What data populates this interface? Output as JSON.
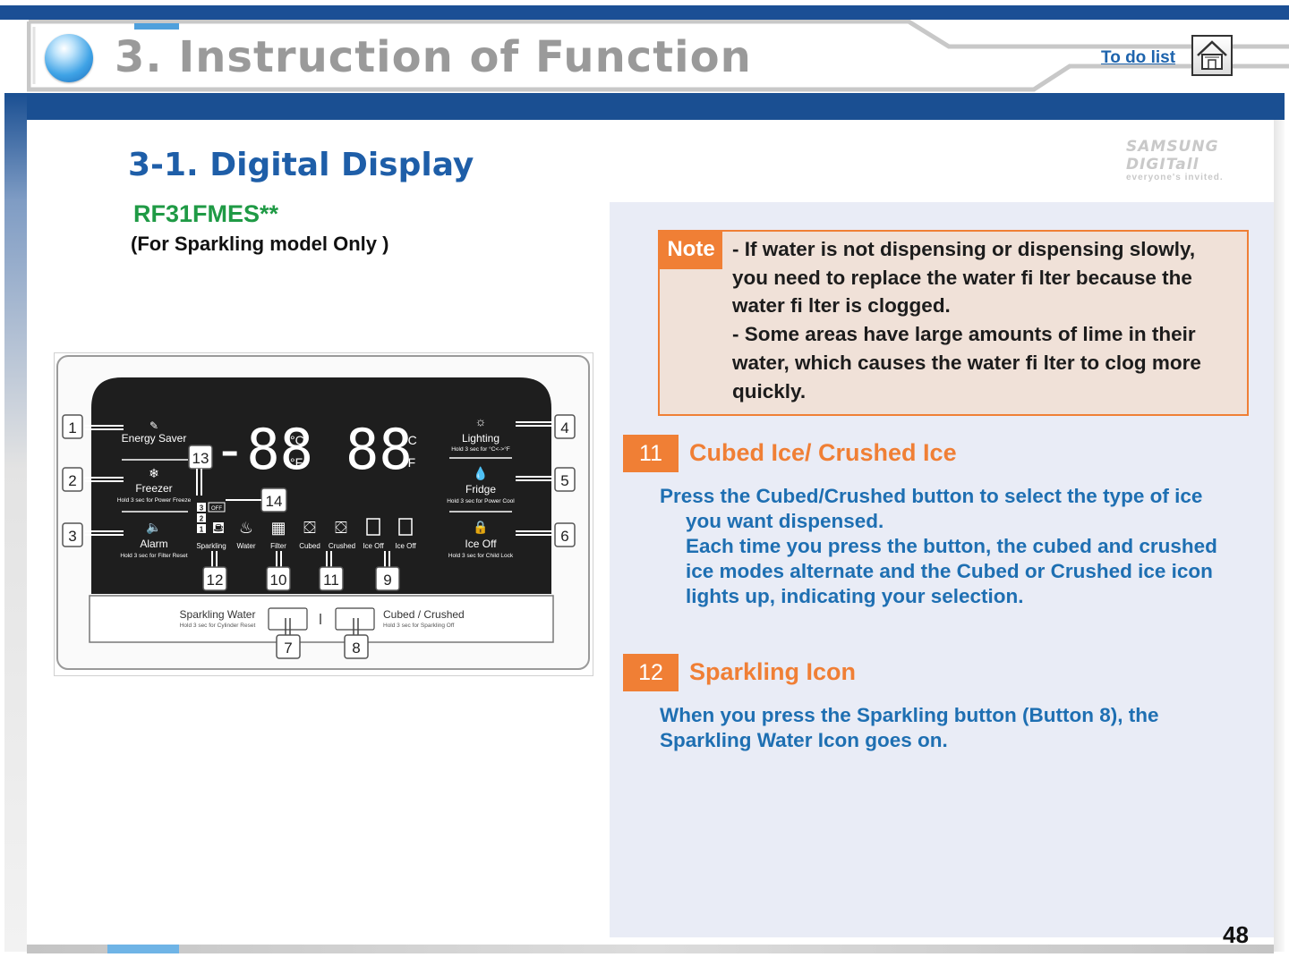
{
  "header": {
    "title": "3. Instruction of Function",
    "todo_link": "To do list"
  },
  "section": {
    "title": "3-1. Digital Display",
    "model": "RF31FMES**",
    "model_note": "(For Sparkling model Only )"
  },
  "logo": {
    "brand": "SAMSUNG DIGITall",
    "tagline": "everyone's invited."
  },
  "note": {
    "label": "Note",
    "lines": [
      "- If water is not dispensing or dispensing slowly,",
      "you need to replace the water fi lter because the",
      "water fi lter is clogged.",
      "- Some areas have large amounts of lime in their",
      "water, which causes the water fi lter to clog more",
      "quickly."
    ]
  },
  "items": [
    {
      "number": "11",
      "heading": "Cubed Ice/ Crushed Ice",
      "lines": [
        "Press the Cubed/Crushed button to select the type of ice",
        "you want dispensed.",
        "Each time you press the button, the cubed and crushed",
        "ice modes alternate and the Cubed or Crushed ice icon",
        "lights up, indicating your selection."
      ]
    },
    {
      "number": "12",
      "heading": "Sparkling  Icon",
      "lines": [
        "When you press the Sparkling button (Button 8), the",
        "Sparkling Water Icon goes on."
      ]
    }
  ],
  "display": {
    "left_labels": [
      {
        "title": "Energy Saver",
        "sub": ""
      },
      {
        "title": "Freezer",
        "sub": "Hold 3 sec for Power Freeze"
      },
      {
        "title": "Alarm",
        "sub": "Hold 3 sec for Filter Reset"
      }
    ],
    "right_labels": [
      {
        "title": "Lighting",
        "sub": "Hold 3 sec for °C<->°F"
      },
      {
        "title": "Fridge",
        "sub": "Hold 3 sec for Power Cool"
      },
      {
        "title": "Ice Off",
        "sub": "Hold 3 sec for Child Lock"
      }
    ],
    "temp_left": "-88",
    "temp_right": "88",
    "unit_c": "°C",
    "unit_f": "°F",
    "level_3": "3",
    "level_2": "2",
    "level_1": "1",
    "off_text": "OFF",
    "icon_labels": [
      "Sparkling",
      "Water",
      "Filter",
      "Cubed",
      "Crushed",
      "Ice Off",
      "Ice Off"
    ],
    "buttons": {
      "left_label": "Sparkling Water",
      "left_sub": "Hold 3 sec for Cylinder Reset",
      "right_label": "Cubed / Crushed",
      "right_sub": "Hold 3 sec for Sparkling Off"
    },
    "callouts": [
      "1",
      "2",
      "3",
      "4",
      "5",
      "6",
      "7",
      "8",
      "9",
      "10",
      "11",
      "12",
      "13",
      "14"
    ]
  },
  "page_number": "48"
}
